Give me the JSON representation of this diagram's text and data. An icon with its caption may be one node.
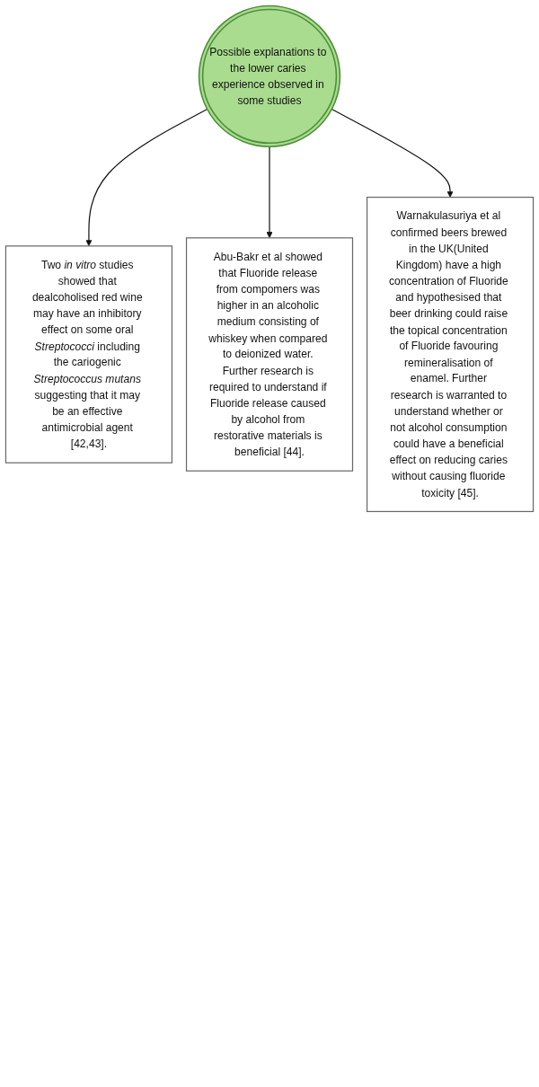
{
  "diagram": {
    "nodes": [
      {
        "text": [
          "Two *in vitro* studies showed that dealcoholised red wine may have an inhibitory effect on some oral *Streptococci* including the cariogenic *Streptococcus mutans* suggesting that it may be an effective antimicrobial agent [42,43]."
        ]
      },
      {
        "text": [
          "Possible explanations to the lower caries experience observed in some studies"
        ]
      },
      {
        "text": [
          "Abu-Bakr et al showed that Fluoride release from compomers was higher in an alcoholic medium consisting of whiskey when compared to deionized water. Further research is required to understand if Fluoride release caused by alcohol from restorative materials is beneficial [44]."
        ]
      },
      {
        "text": [
          "Warnakulasuriya et al confirmed beers brewed in the UK(United Kingdom) have a high concentration of Fluoride and hypothesised that beer drinking could raise the topical concentration of Fluoride favouring remineralisation of enamel. Further research is warranted to understand whether or not alcohol consumption could have a beneficial effect on reducing caries without causing fluoride toxicity [45]."
        ]
      }
    ],
    "edges": [
      {
        "from": 1,
        "to": 0,
        "arrow": "to"
      },
      {
        "from": 1,
        "to": 2,
        "arrow": "to"
      },
      {
        "from": 1,
        "to": 3,
        "arrow": "to"
      }
    ]
  }
}
